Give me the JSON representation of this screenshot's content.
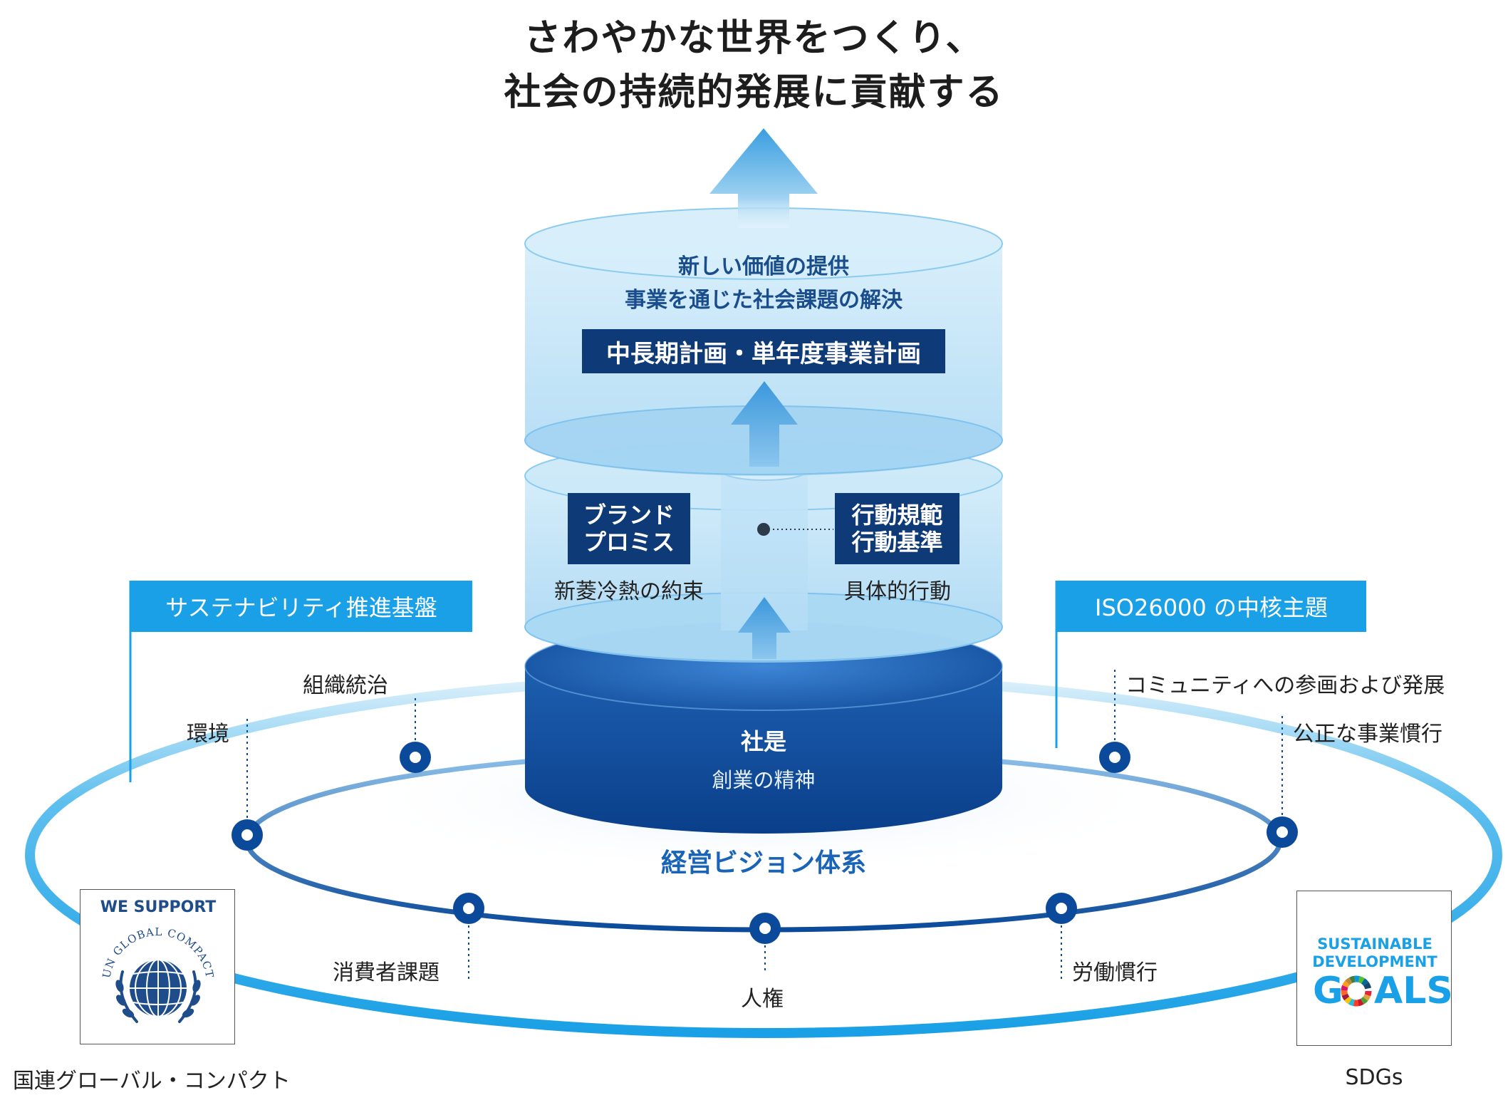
{
  "headline": {
    "line1": "さわやかな世界をつくり、",
    "line2": "社会の持続的発展に貢献する"
  },
  "top_tier": {
    "line1": "新しい価値の提供",
    "line2": "事業を通じた社会課題の解決",
    "box": "中長期計画・単年度事業計画"
  },
  "middle_tier": {
    "left_box": [
      "ブランド",
      "プロミス"
    ],
    "left_caption": "新菱冷熱の約束",
    "right_box": [
      "行動規範",
      "行動基準"
    ],
    "right_caption": "具体的行動"
  },
  "base_tier": {
    "title": "社是",
    "subtitle": "創業の精神"
  },
  "system_label": "経営ビジョン体系",
  "left_tag": "サステナビリティ推進基盤",
  "right_tag": "ISO26000 の中核主題",
  "themes": {
    "organizational_governance": "組織統治",
    "environment": "環境",
    "consumer_issues": "消費者課題",
    "human_rights": "人権",
    "labour_practices": "労働慣行",
    "fair_operating_practices": "公正な事業慣行",
    "community": "コミュニティへの参画および発展"
  },
  "logos": {
    "ungc_top": "WE SUPPORT",
    "ungc_arc": "UN GLOBAL COMPACT",
    "ungc_caption": "国連グローバル・コンパクト",
    "sdgs_line1": "SUSTAINABLE",
    "sdgs_line2": "DEVELOPMENT",
    "sdgs_line3_g": "G",
    "sdgs_line3_rest": "ALS",
    "sdgs_caption": "SDGs"
  },
  "colors": {
    "navy": "#0f3a78",
    "bright_blue": "#1aa0e6",
    "deep_blue": "#0b4a9a",
    "light_blue": "#bfe3f7",
    "un_blue": "#1f4c8a",
    "sdg_blue": "#1aa0e6"
  }
}
